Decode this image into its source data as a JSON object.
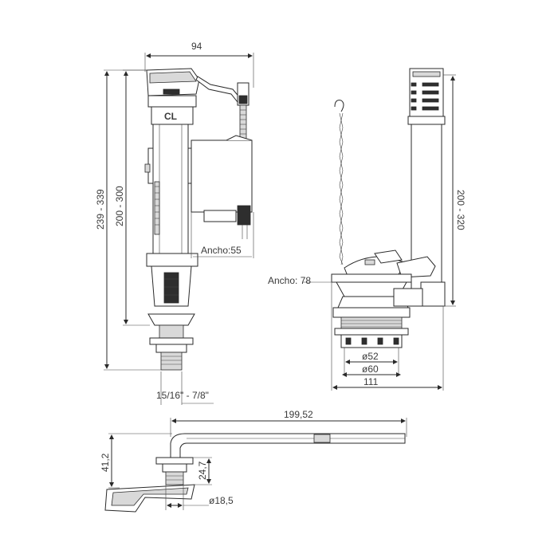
{
  "fill_valve": {
    "width_label": "94",
    "total_height_label": "239 - 339",
    "body_height_label": "200 - 300",
    "float_width_label": "Ancho:55",
    "thread_label": "15/16\" - 7/8\"",
    "cap_marking": "CL"
  },
  "flush_valve": {
    "height_label": "200 - 320",
    "width_label": "Ancho: 78",
    "inner_diameter_label": "ø52",
    "outer_diameter_label": "ø60",
    "base_width_label": "111"
  },
  "lever": {
    "length_label": "199,52",
    "total_height_label": "41,2",
    "body_height_label": "24,7",
    "diameter_label": "ø18,5"
  }
}
